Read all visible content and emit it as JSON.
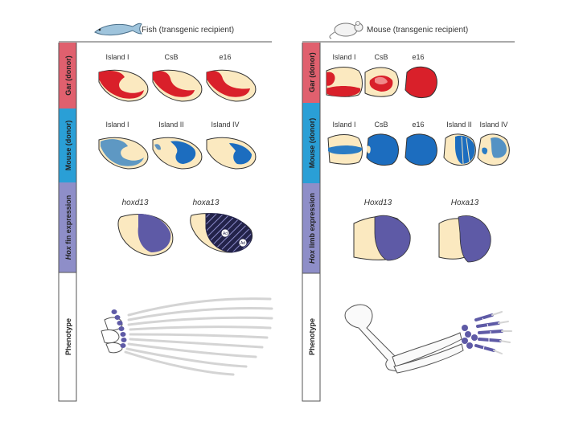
{
  "colors": {
    "gar_band": "#e0606e",
    "mouse_band": "#2a9fd6",
    "hox_band": "#8e8ec8",
    "phenotype_band": "#ffffff",
    "gar_expression": "#d9202a",
    "mouse_expression": "#1c6dbf",
    "hox_expression": "#5e5aa6",
    "bud_tissue": "#fbe9c0"
  },
  "fish": {
    "title": "Fish (transgenic recipient)",
    "icon": "fish-icon",
    "bands": {
      "gar": "Gar (donor)",
      "mouse": "Mouse (donor)",
      "hox_prefix": "Hox",
      "hox_rest": " fin expression",
      "phenotype": "Phenotype"
    },
    "gar_labels": [
      "Island I",
      "CsB",
      "e16"
    ],
    "mouse_labels": [
      "Island I",
      "Island II",
      "Island IV"
    ],
    "hox_labels": [
      "hoxd13",
      "hoxa13"
    ],
    "badge": "Ad"
  },
  "mouse": {
    "title": "Mouse (transgenic recipient)",
    "icon": "mouse-icon",
    "bands": {
      "gar": "Gar (donor)",
      "mouse": "Mouse (donor)",
      "hox_prefix": "Hox",
      "hox_rest": " limb expression",
      "phenotype": "Phenotype"
    },
    "gar_labels": [
      "Island I",
      "CsB",
      "e16"
    ],
    "mouse_labels": [
      "Island I",
      "CsB",
      "e16",
      "Island II",
      "Island IV"
    ],
    "hox_labels": [
      "Hoxd13",
      "Hoxa13"
    ]
  }
}
